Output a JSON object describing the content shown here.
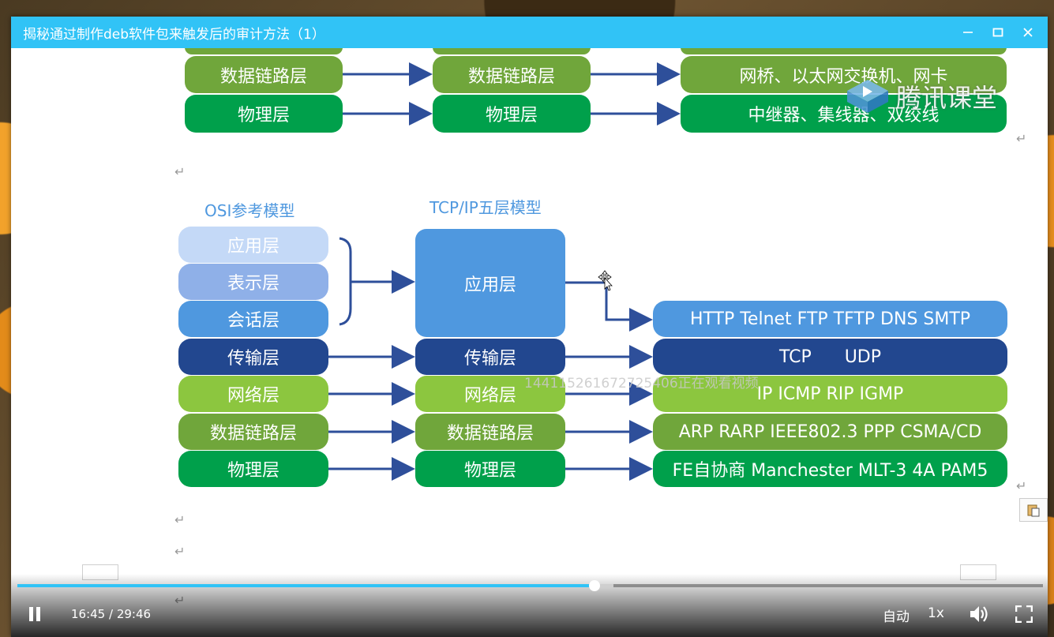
{
  "window": {
    "title": "揭秘通过制作deb软件包来触发后的审计方法（1）"
  },
  "brand": {
    "text": "腾讯课堂"
  },
  "watermark": {
    "text": "1441152616727254​06正在观看视频"
  },
  "top_table": {
    "rows": [
      {
        "col1": "数据链路层",
        "col2": "数据链路层",
        "col3": "网桥、以太网交换机、网卡"
      },
      {
        "col1": "物理层",
        "col2": "物理层",
        "col3": "中继器、集线器、双绞线"
      }
    ]
  },
  "diagram": {
    "osi_title": "OSI参考模型",
    "tcpip_title": "TCP/IP五层模型",
    "osi_layers": [
      "应用层",
      "表示层",
      "会话层",
      "传输层",
      "网络层",
      "数据链路层",
      "物理层"
    ],
    "tcpip_layers": [
      "应用层",
      "传输层",
      "网络层",
      "数据链路层",
      "物理层"
    ],
    "protocols": [
      "HTTP Telnet FTP TFTP DNS SMTP",
      "TCP      UDP",
      "IP ICMP RIP IGMP",
      "ARP RARP IEEE802.3 PPP CSMA/CD",
      "FE自协商 Manchester MLT-3 4A PAM5"
    ]
  },
  "player": {
    "time_current": "16:45",
    "time_total": "29:46",
    "time_display": "16:45 / 29:46",
    "progress_fraction": 0.563,
    "buffer_fraction": 0.581,
    "quality_label": "自动",
    "speed_label": "1x"
  },
  "icons": {
    "minimize": "minimize-icon",
    "maximize": "maximize-icon",
    "close": "close-icon",
    "pause": "pause-icon",
    "volume": "volume-icon",
    "fullscreen": "fullscreen-icon"
  },
  "colors": {
    "titlebar": "#31c3f6",
    "progress": "#31c3f6",
    "light_blue": "#c4d9f7",
    "mid_blue": "#8fb0e8",
    "blue": "#4f98df",
    "dark_blue": "#22478f",
    "light_green": "#8cc63f",
    "olive_green": "#70a63b",
    "green": "#00a04b"
  }
}
